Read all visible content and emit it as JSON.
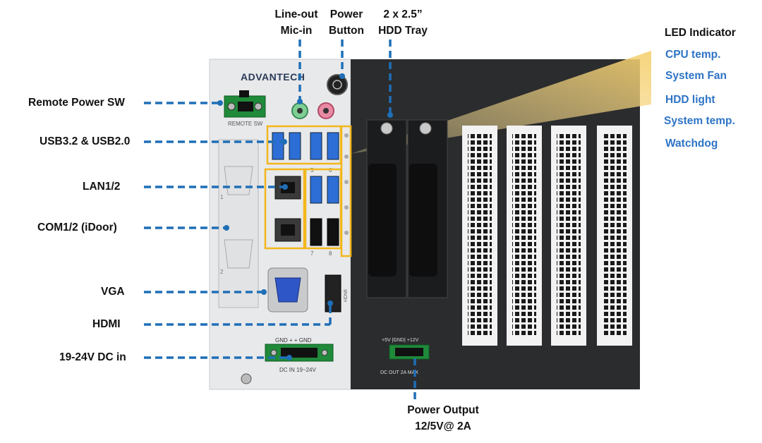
{
  "labels": {
    "remote_power": "Remote Power SW",
    "usb": "USB3.2 & USB2.0",
    "lan": "LAN1/2",
    "com": "COM1/2 (iDoor)",
    "vga": "VGA",
    "hdmi": "HDMI",
    "dc_in": "19-24V DC in",
    "line_out": "Line-out",
    "mic_in": "Mic-in",
    "power_line1": "Power",
    "power_line2": "Button",
    "hdd_line1": "2 x 2.5”",
    "hdd_line2": "HDD Tray",
    "power_output_line1": "Power Output",
    "power_output_line2": "12/5V@ 2A"
  },
  "led": {
    "title": "LED Indicator",
    "items": [
      "CPU temp.",
      "System Fan",
      "HDD light",
      "System temp.",
      "Watchdog"
    ]
  },
  "device": {
    "brand": "ADVANTECH",
    "remote_sw": "REMOTE SW",
    "dc_in_label": "DC IN 19~24V",
    "dc_in_pins": "GND  +   +  GND",
    "dc_out_label": "DC OUT 2A MAX",
    "dc_out_pins": "+5V |GND| +12V",
    "hdmi_label": "HDMI",
    "usb_nums": [
      "5",
      "6",
      "7",
      "8"
    ],
    "com_nums": [
      "1",
      "2"
    ]
  },
  "colors": {
    "leader": "#1f6fb7",
    "highlight": "#f3b71c",
    "led_text": "#2e74c6",
    "panel_silver": "#e8e9eb",
    "panel_dark": "#2b2c2e"
  }
}
